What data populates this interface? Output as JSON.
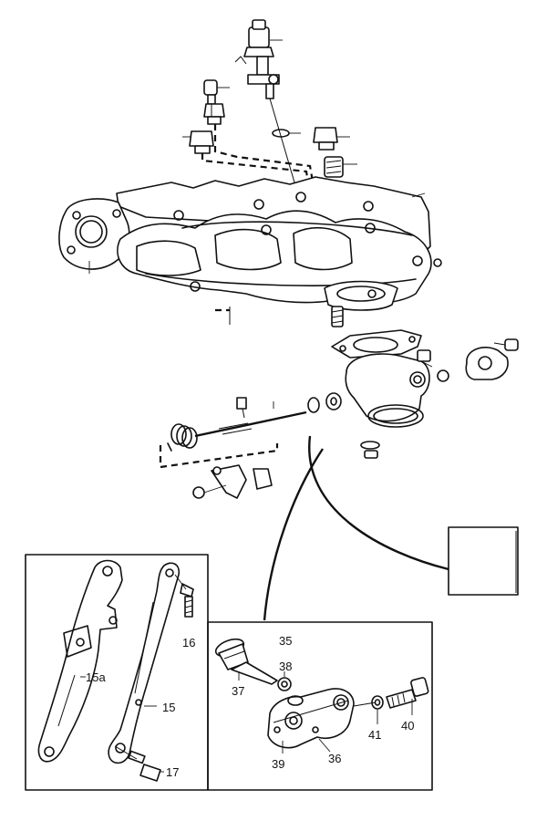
{
  "callouts": {
    "c15a": "15a",
    "c15": "15",
    "c16": "16",
    "c17": "17",
    "c35": "35",
    "c36": "36",
    "c37": "37",
    "c38": "38",
    "c39": "39",
    "c40": "40",
    "c41": "41"
  },
  "colors": {
    "line": "#111111",
    "background": "#ffffff"
  }
}
